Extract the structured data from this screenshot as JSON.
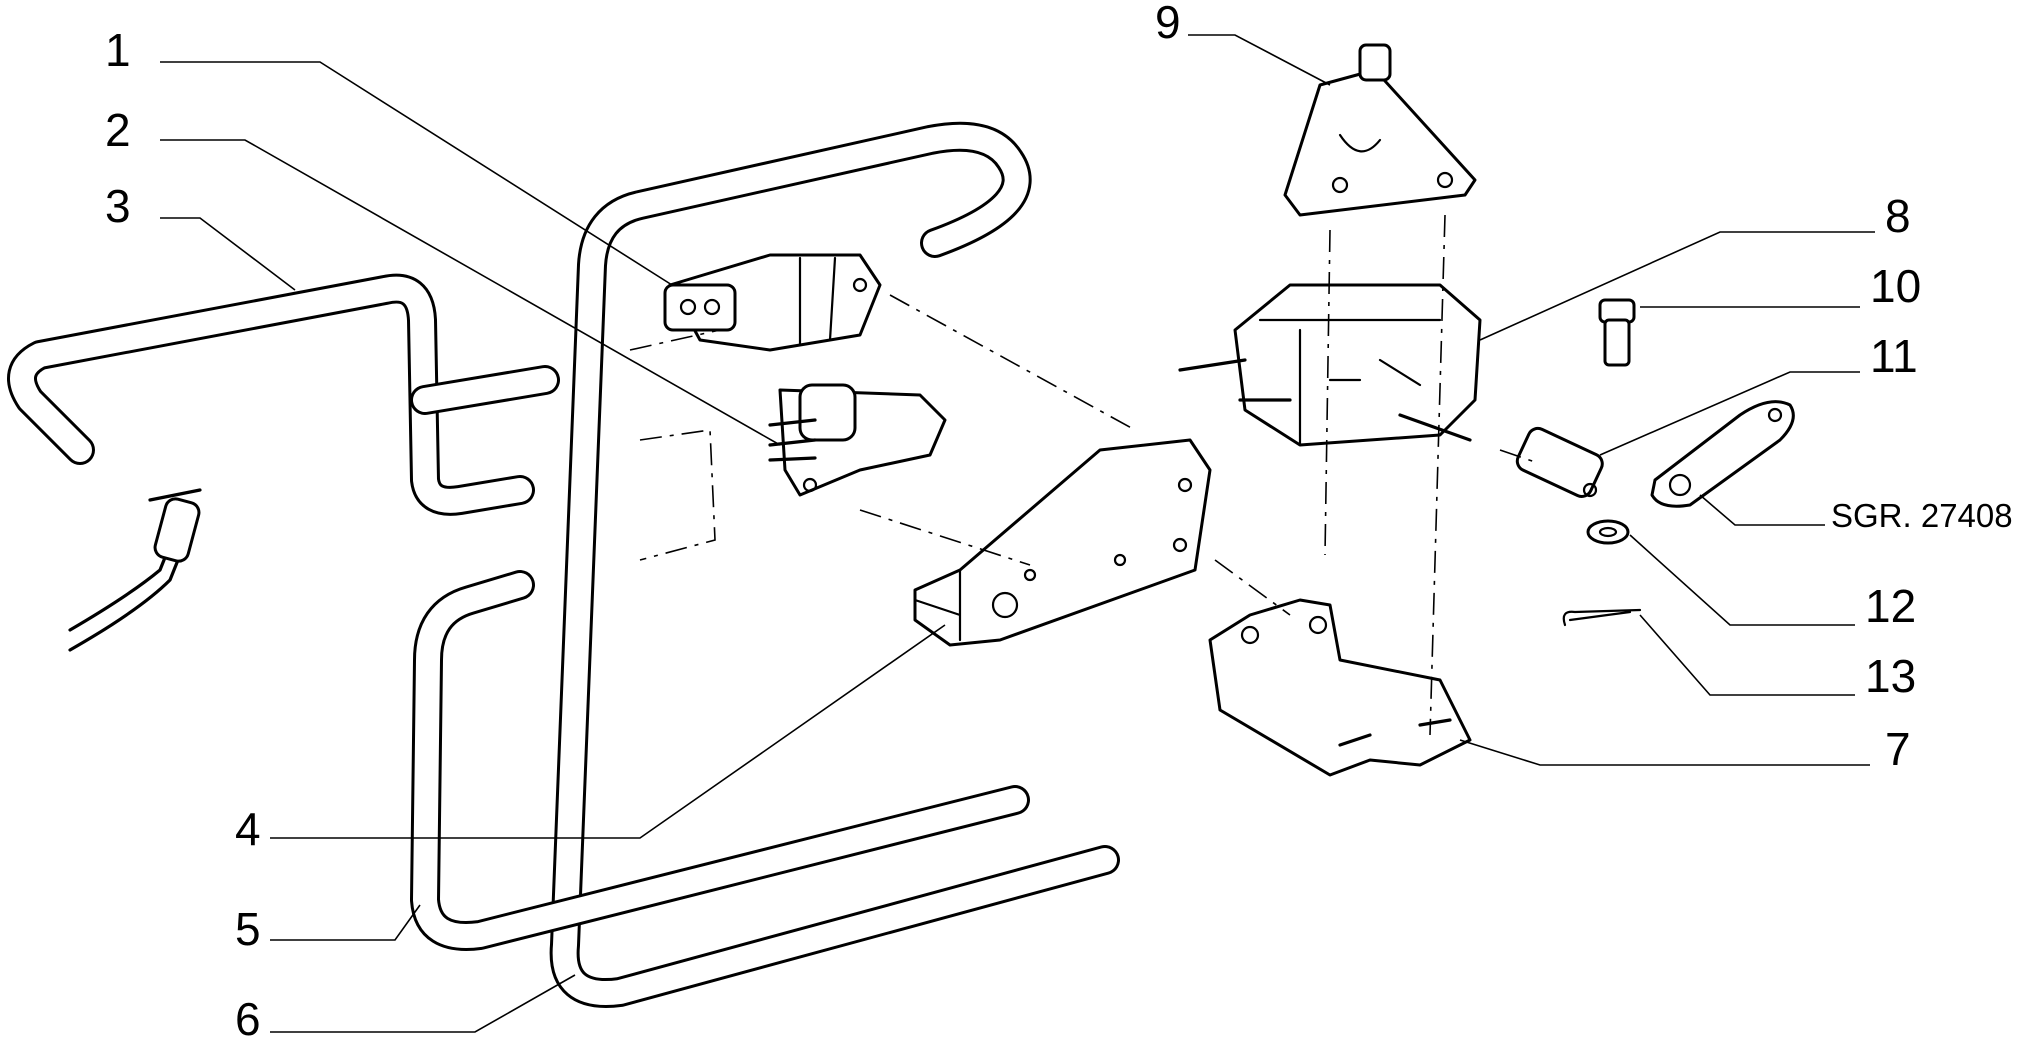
{
  "callouts": [
    "1",
    "2",
    "3",
    "4",
    "5",
    "6",
    "7",
    "8",
    "9",
    "10",
    "11",
    "12",
    "13"
  ],
  "drawing_reference": "SGR. 27408"
}
